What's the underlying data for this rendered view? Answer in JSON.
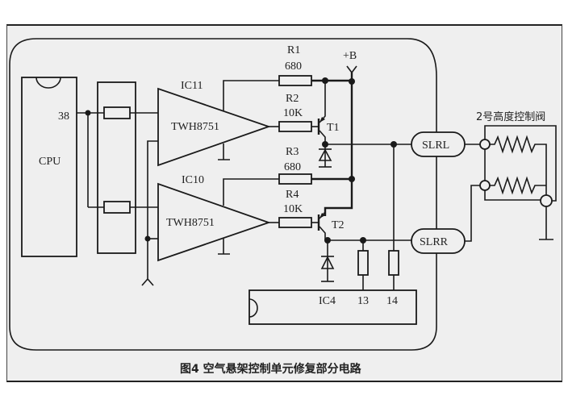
{
  "diagram": {
    "caption": "图4 空气悬架控制单元修复部分电路",
    "components": {
      "cpu": {
        "label": "CPU",
        "pin": "38"
      },
      "ic11": {
        "label": "IC11",
        "part": "TWH8751"
      },
      "ic10": {
        "label": "IC10",
        "part": "TWH8751"
      },
      "r1": {
        "label": "R1",
        "value": "680"
      },
      "r2": {
        "label": "R2",
        "value": "10K"
      },
      "r3": {
        "label": "R3",
        "value": "680"
      },
      "r4": {
        "label": "R4",
        "value": "10K"
      },
      "t1": {
        "label": "T1"
      },
      "t2": {
        "label": "T2"
      },
      "supply": {
        "label": "+B"
      },
      "slrl": {
        "label": "SLRL"
      },
      "slrr": {
        "label": "SLRR"
      },
      "valve": {
        "label": "2号高度控制阀"
      },
      "ic4": {
        "label": "IC4",
        "pin13": "13",
        "pin14": "14"
      }
    }
  }
}
